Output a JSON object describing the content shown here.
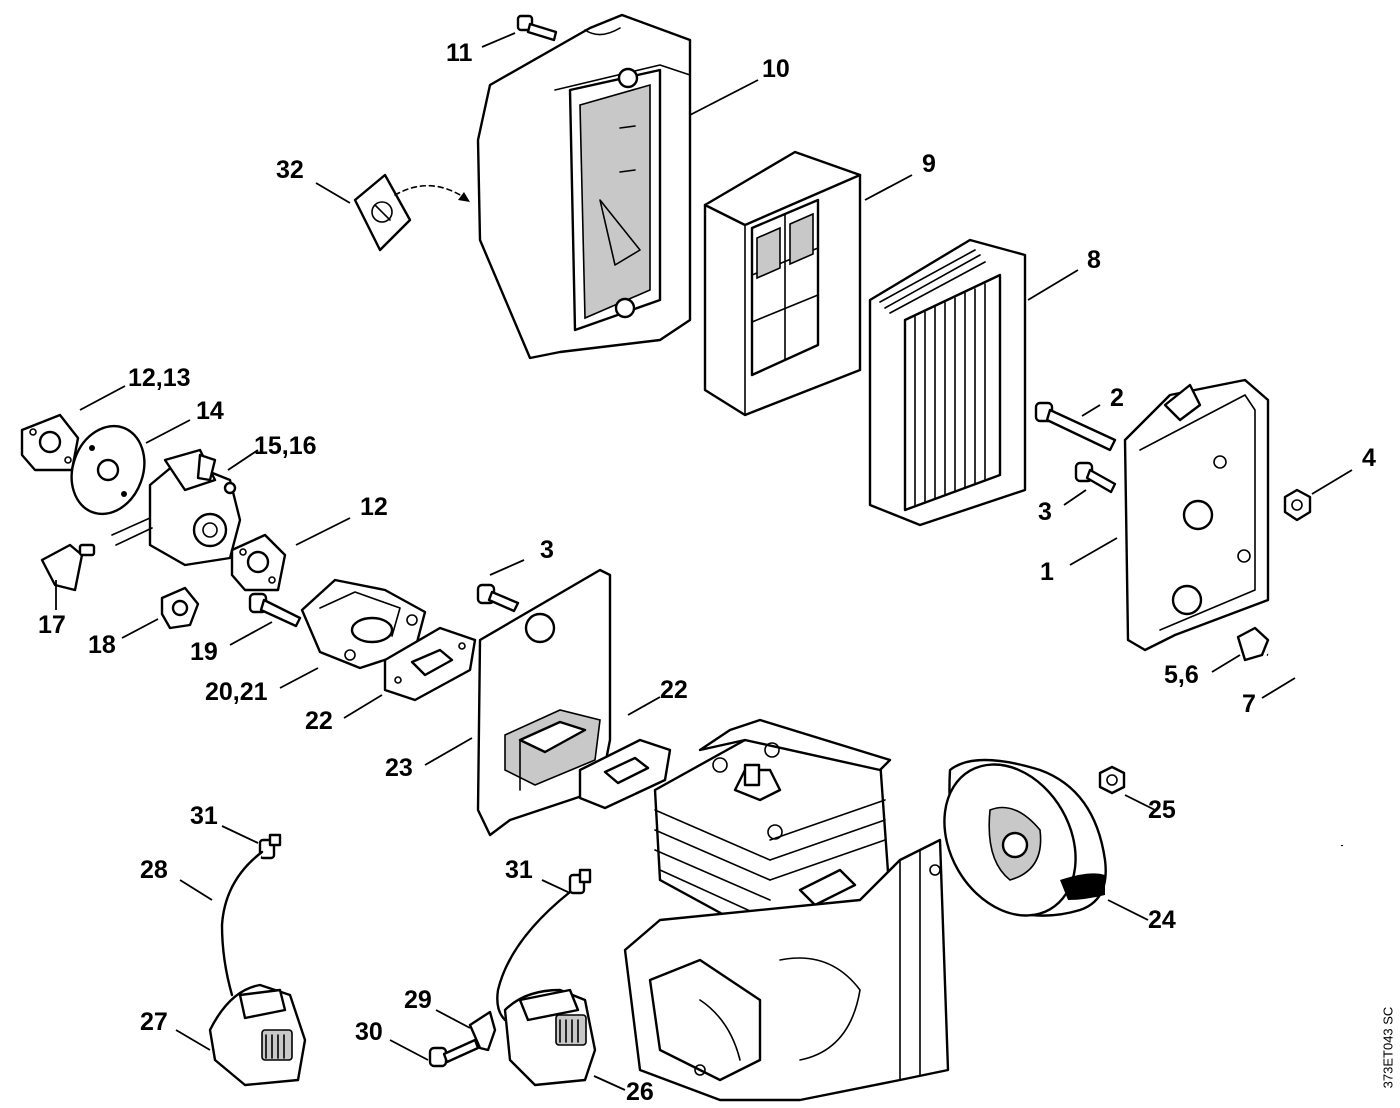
{
  "diagram": {
    "reference_code": "373ET043 SC",
    "labels": [
      {
        "id": "label-11",
        "text": "11"
      },
      {
        "id": "label-10",
        "text": "10"
      },
      {
        "id": "label-32",
        "text": "32"
      },
      {
        "id": "label-9",
        "text": "9"
      },
      {
        "id": "label-8",
        "text": "8"
      },
      {
        "id": "label-12-13",
        "text": "12,13"
      },
      {
        "id": "label-14",
        "text": "14"
      },
      {
        "id": "label-15-16",
        "text": "15,16"
      },
      {
        "id": "label-2",
        "text": "2"
      },
      {
        "id": "label-4",
        "text": "4"
      },
      {
        "id": "label-3a",
        "text": "3"
      },
      {
        "id": "label-12",
        "text": "12"
      },
      {
        "id": "label-1",
        "text": "1"
      },
      {
        "id": "label-3b",
        "text": "3"
      },
      {
        "id": "label-17",
        "text": "17"
      },
      {
        "id": "label-18",
        "text": "18"
      },
      {
        "id": "label-19",
        "text": "19"
      },
      {
        "id": "label-5-6",
        "text": "5,6"
      },
      {
        "id": "label-7",
        "text": "7"
      },
      {
        "id": "label-20-21",
        "text": "20,21"
      },
      {
        "id": "label-22a",
        "text": "22"
      },
      {
        "id": "label-22b",
        "text": "22"
      },
      {
        "id": "label-23",
        "text": "23"
      },
      {
        "id": "label-25",
        "text": "25"
      },
      {
        "id": "label-31a",
        "text": "31"
      },
      {
        "id": "label-28",
        "text": "28"
      },
      {
        "id": "label-31b",
        "text": "31"
      },
      {
        "id": "label-24",
        "text": "24"
      },
      {
        "id": "label-29",
        "text": "29"
      },
      {
        "id": "label-27",
        "text": "27"
      },
      {
        "id": "label-30",
        "text": "30"
      },
      {
        "id": "label-26",
        "text": "26"
      }
    ]
  }
}
